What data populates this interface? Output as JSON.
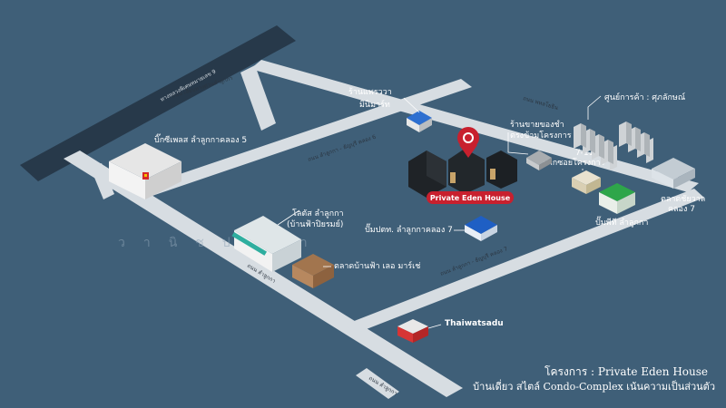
{
  "roads": {
    "lumlukka_6": "ถนน ลำลูกกา - ธัญบุรี คลอง 6",
    "lumlukka_7": "ถนน ลำลูกกา - ธัญบุรี คลอง 7",
    "lumlukka": "ถนน ลำลูกกา",
    "sukhumvit": "ถนน พหลโยธิน",
    "outer_ring": "ถนน เลียบทางด่วนลำลูกกา",
    "motorway": "ทางหลวงพิเศษหมายเลข 9",
    "bottom": "ถนน ลำลูกกา"
  },
  "places": {
    "bigc": "บิ๊กซีเพลส ลำลูกกาคลอง 5",
    "lotus_line1": "โลตัส ลำลูกกา",
    "lotus_line2": "(บ้านฟ้าปิยรมย์)",
    "banfa_market": "ตลาดบ้านฟ้า เลอ มาร์เช่",
    "thaiwatsadu": "Thaiwatsadu",
    "ptt": "ปั๊มปตท. ลำลูกกาคลอง 7",
    "pt": "ปั๊มพีที ลำลูกกา",
    "market7_line1": "ตลาดชัยวาล",
    "market7_line2": "คลอง 7",
    "seven_line1": "7-11",
    "seven_line2": "ปากซอยโครงการ",
    "shop_line1": "ร้านขายของชำ",
    "shop_line2": "ตรงข้ามโครงการ",
    "minimart_line1": "ร้านแพรววา",
    "minimart_line2": "มินิมาร์ท",
    "commercial": "ศูนย์การค้า : ศุภลักษณ์",
    "project": "Private Eden House"
  },
  "watermark": "วานิชปรีชา",
  "footer": {
    "line1": "โครงการ : Private Eden House",
    "line2": "บ้านเดี่ยว สไตล์ Condo-Complex เน้นความเป็นส่วนตัว"
  },
  "colors": {
    "background": "#3f5f78",
    "road": "#d7dde2",
    "motorway": "#27394a",
    "pin": "#c8202e"
  }
}
